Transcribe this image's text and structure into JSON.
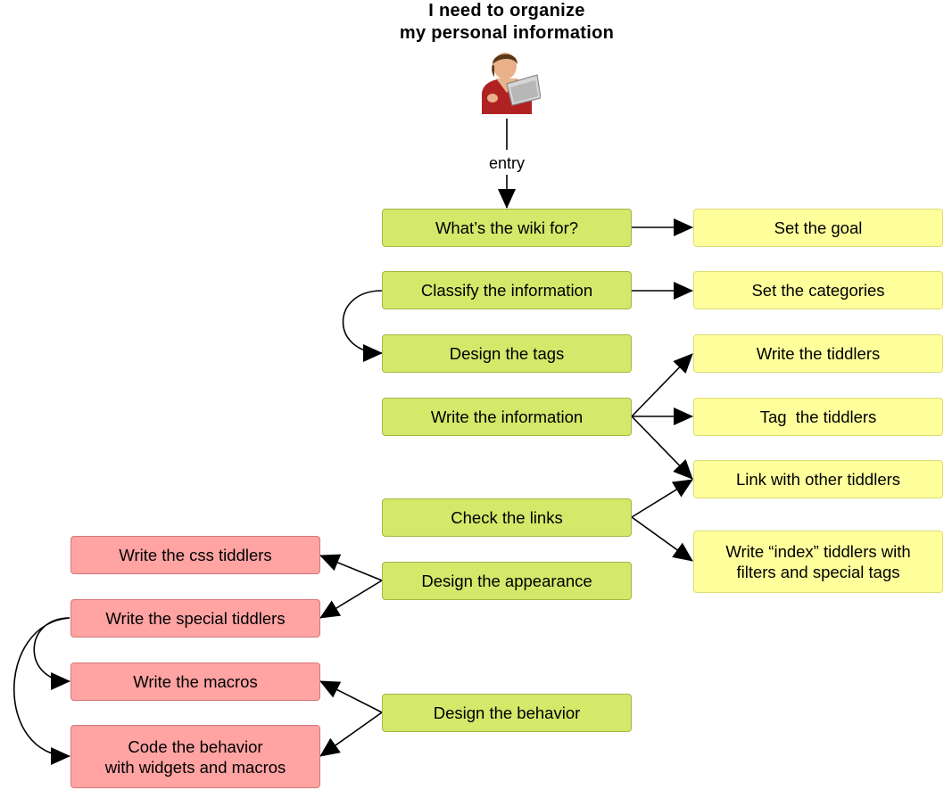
{
  "title": {
    "line1": "I need to organize",
    "line2": "my personal information"
  },
  "actor": {
    "icon": "person-with-laptop-icon"
  },
  "entry_label": "entry",
  "colors": {
    "green": "#d4e86a",
    "yellow": "#ffff9c",
    "red": "#ffa3a3"
  },
  "nodes": {
    "wiki_for": "What’s the wiki for?",
    "classify": "Classify the information",
    "design_tags": "Design the tags",
    "write_info": "Write the information",
    "check_links": "Check the links",
    "design_appearance": "Design the appearance",
    "design_behavior": "Design the behavior",
    "set_goal": "Set the goal",
    "set_categories": "Set the categories",
    "write_tiddlers": "Write the tiddlers",
    "tag_tiddlers": "Tag  the tiddlers",
    "link_tiddlers": "Link with other tiddlers",
    "write_index": "Write “index” tiddlers with\nfilters and special tags",
    "write_css": "Write the css tiddlers",
    "write_special": "Write the special tiddlers",
    "write_macros": "Write the macros",
    "code_behavior": "Code the behavior\nwith widgets and macros"
  }
}
